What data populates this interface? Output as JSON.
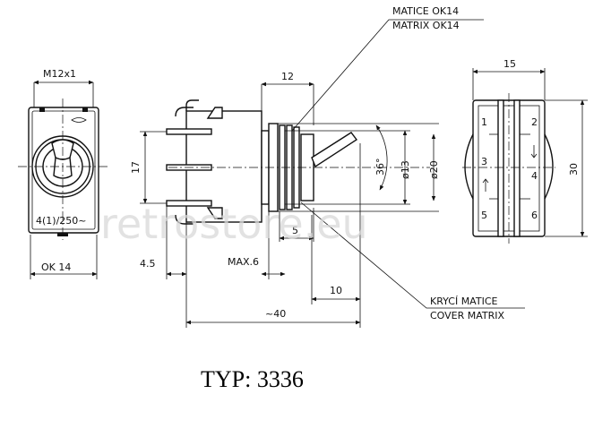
{
  "callouts": {
    "top_nut_cs": "MATICE  OK14",
    "top_nut_en": "MATRIX  OK14",
    "cover_nut_cs": "KRYCÍ  MATICE",
    "cover_nut_en": "COVER  MATRIX"
  },
  "front_view": {
    "thread": "M12x1",
    "rating": "4(1)/250~",
    "nut_size": "OK  14"
  },
  "side_view": {
    "dim_12": "12",
    "dim_17": "17",
    "dim_36deg": "36°",
    "dim_d13": "ø13",
    "dim_d20": "ø20",
    "dim_5": "5",
    "dim_4_5": "4.5",
    "dim_max6": "MAX.6",
    "dim_10": "10",
    "dim_40": "~40"
  },
  "rear_view": {
    "dim_15": "15",
    "dim_30": "30",
    "terminals": [
      "1",
      "2",
      "3",
      "4",
      "5",
      "6"
    ]
  },
  "watermark": "retrostore.eu",
  "type_label": "TYP: 3336"
}
